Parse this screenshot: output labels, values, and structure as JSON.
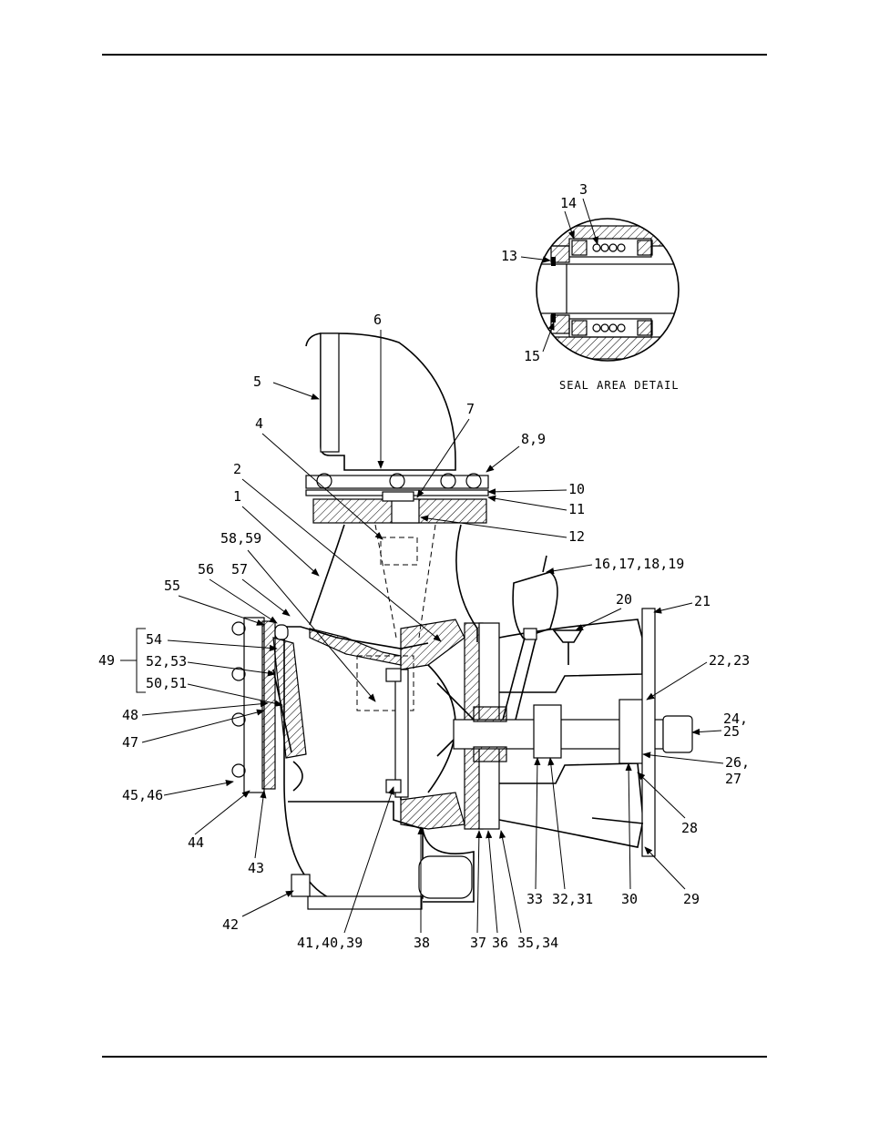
{
  "detail": {
    "caption": "SEAL AREA DETAIL",
    "labels": [
      "3",
      "14",
      "13",
      "15"
    ]
  },
  "callouts": {
    "c1": "1",
    "c2": "2",
    "c4": "4",
    "c5": "5",
    "c6": "6",
    "c7": "7",
    "c8_9": "8,9",
    "c10": "10",
    "c11": "11",
    "c12": "12",
    "c16_19": "16,17,18,19",
    "c20": "20",
    "c21": "21",
    "c22_23": "22,23",
    "c24": "24,",
    "c25": "25",
    "c26": "26,",
    "c27": "27",
    "c28": "28",
    "c29": "29",
    "c30": "30",
    "c32_31": "32,31",
    "c33": "33",
    "c35_34": "35,34",
    "c36": "36",
    "c37": "37",
    "c38": "38",
    "c41_40_39": "41,40,39",
    "c42": "42",
    "c43": "43",
    "c44": "44",
    "c45_46": "45,46",
    "c47": "47",
    "c48": "48",
    "c49": "49",
    "c50_51": "50,51",
    "c52_53": "52,53",
    "c54": "54",
    "c55": "55",
    "c56": "56",
    "c57": "57",
    "c58_59": "58,59"
  }
}
